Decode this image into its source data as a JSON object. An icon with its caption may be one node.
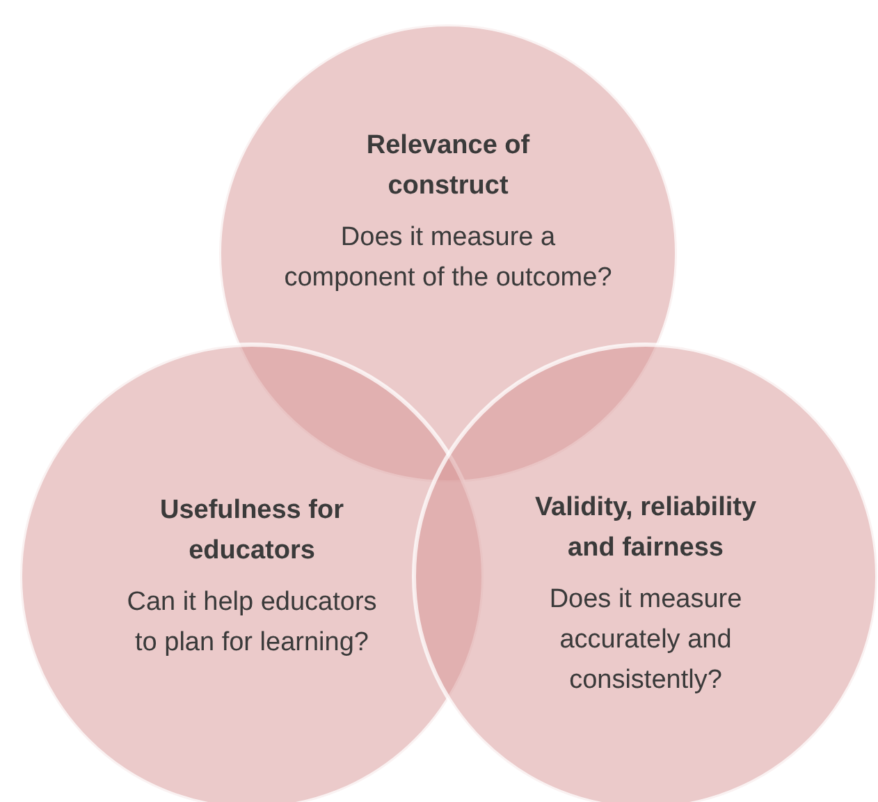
{
  "diagram": {
    "nodes": [
      {
        "text": [
          "Relevance of construct",
          "Does it measure a component of the outcome?"
        ]
      },
      {
        "text": [
          "Usefulness for educators",
          "Can it help educators to plan for learning?"
        ]
      },
      {
        "text": [
          "Validity, reliability and fairness",
          "Does it measure accurately and consistently?"
        ]
      }
    ],
    "edges": []
  }
}
